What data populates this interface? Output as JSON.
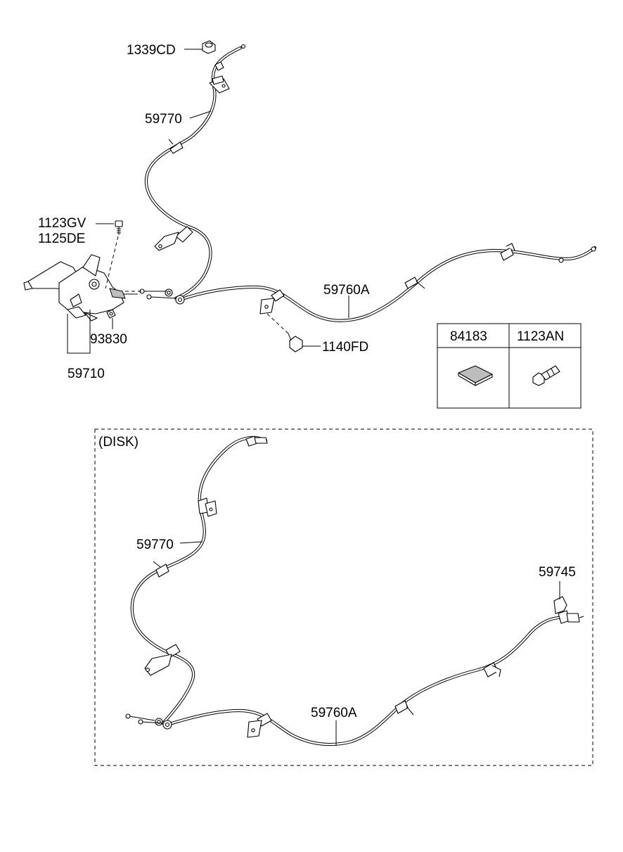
{
  "labels": {
    "upper_cable_top_nut": "1339CD",
    "upper_cable_front": "59770",
    "lever_bolt_a": "1123GV",
    "lever_bolt_b": "1125DE",
    "upper_cable_rear": "59760A",
    "lever_switch": "93830",
    "bracket_bolt": "1140FD",
    "lever_assembly": "59710",
    "disk_cable_front": "59770",
    "disk_bracket": "59745",
    "disk_cable_rear": "59760A"
  },
  "disk_section": {
    "title": "(DISK)"
  },
  "parts_table": {
    "columns": [
      {
        "code": "84183",
        "icon": "pad-icon"
      },
      {
        "code": "1123AN",
        "icon": "bolt-icon"
      }
    ]
  }
}
